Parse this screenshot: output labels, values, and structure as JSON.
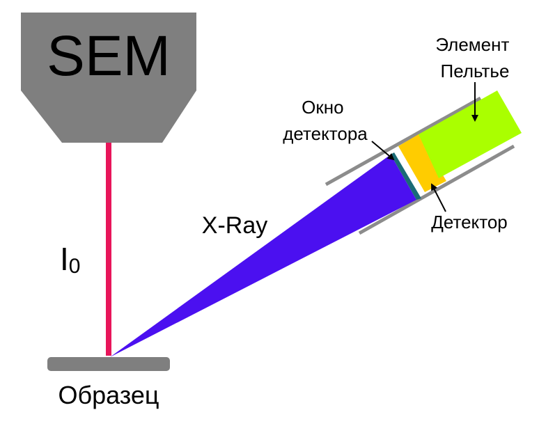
{
  "sem_label": "SEM",
  "beam_label": "I",
  "beam_label_sub": "0",
  "xray_label": "X-Ray",
  "sample_label": "Образец",
  "detector_window_label": [
    "Окно",
    "детектора"
  ],
  "peltier_label": [
    "Элемент",
    "Пельтье"
  ],
  "detector_label": "Детектор",
  "colors": {
    "sem_body": "#7f7f7f",
    "beam": "#e8155a",
    "xray_cone": "#4b10f0",
    "window": "#1a6b77",
    "detector": "#ffcc00",
    "peltier": "#aaff00",
    "housing": "#8c8c8c",
    "sample": "#7f7f7f"
  }
}
